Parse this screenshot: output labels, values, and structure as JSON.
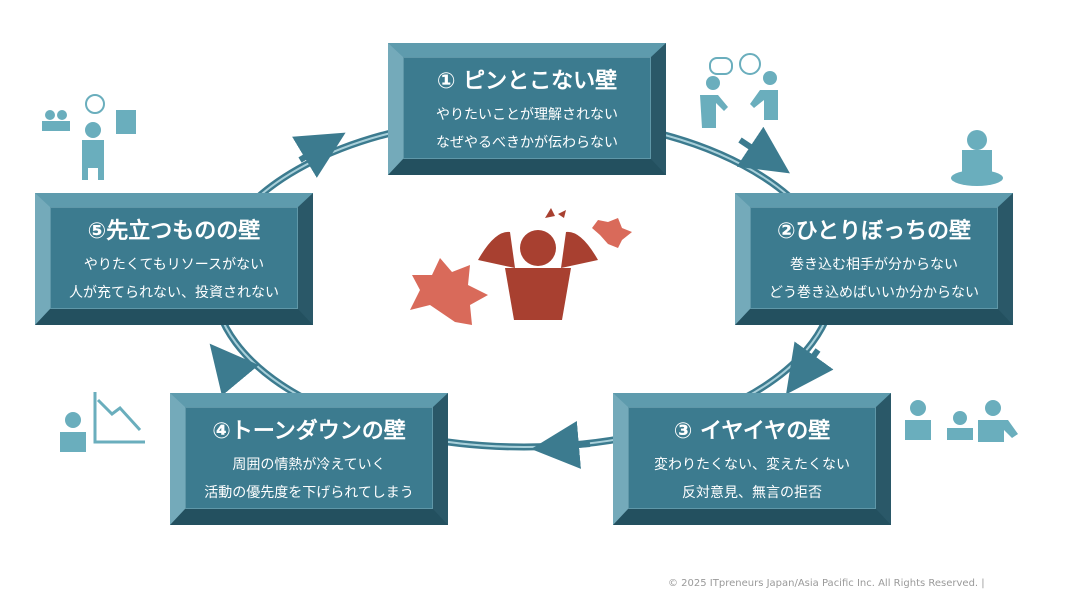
{
  "walls": [
    {
      "title": "① ピンとこない壁",
      "lines": [
        "やりたいことが理解されない",
        "なぜやるべきかが伝わらない"
      ]
    },
    {
      "title": "②ひとりぼっちの壁",
      "lines": [
        "巻き込む相手が分からない",
        "どう巻き込めばいいか分からない"
      ]
    },
    {
      "title": "③ イヤイヤの壁",
      "lines": [
        "変わりたくない、変えたくない",
        "反対意見、無言の拒否"
      ]
    },
    {
      "title": "④トーンダウンの壁",
      "lines": [
        "周囲の情熱が冷えていく",
        "活動の優先度を下げられてしまう"
      ]
    },
    {
      "title": "⑤先立つものの壁",
      "lines": [
        "やりたくてもリソースがない",
        "人が充てられない、投資されない"
      ]
    }
  ],
  "colors": {
    "teal": "#3c7b8f",
    "icon": "#6aaebd",
    "red": "#a84030",
    "splat": "#d96a5a"
  },
  "copyright": "© 2025 ITpreneurs Japan/Asia Pacific Inc. All Rights Reserved. |"
}
